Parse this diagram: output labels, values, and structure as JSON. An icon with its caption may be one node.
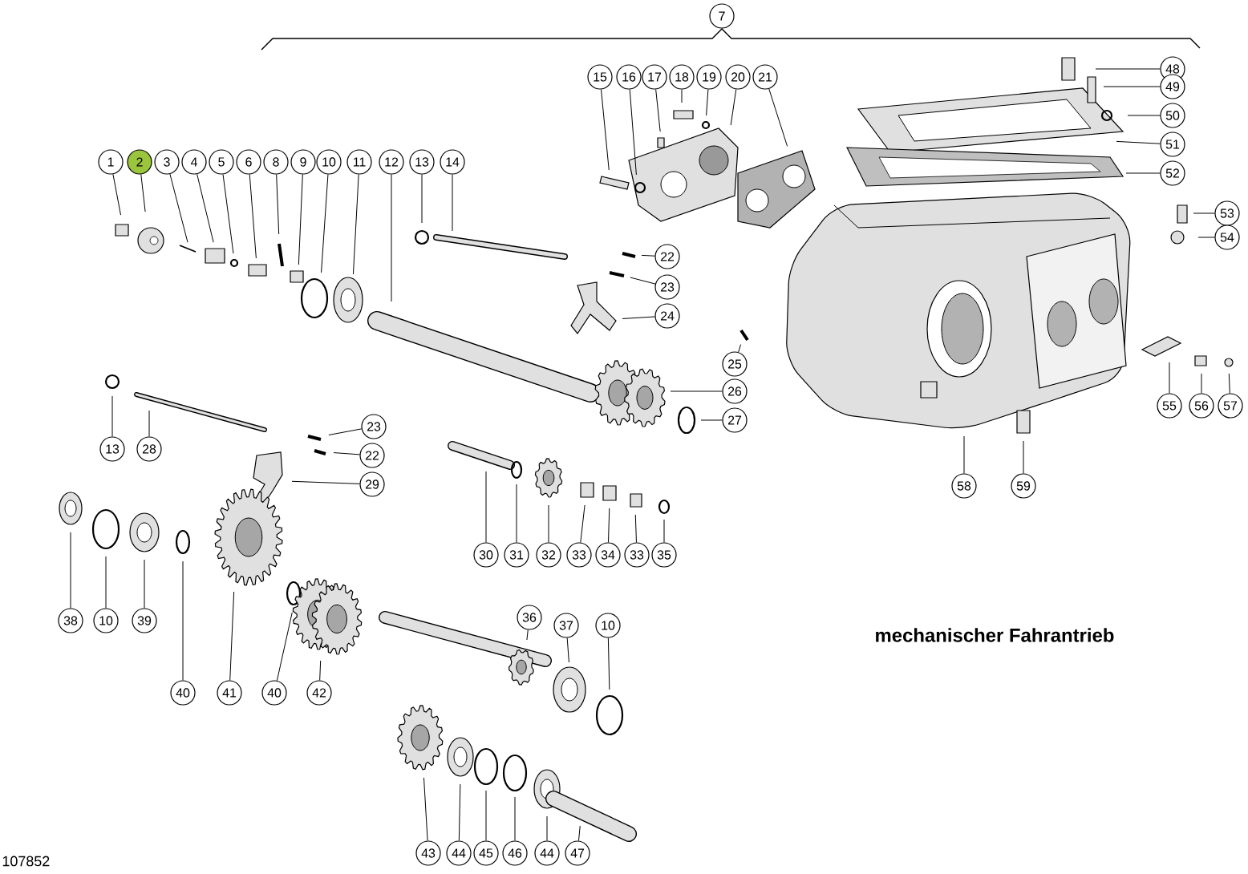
{
  "diagram": {
    "nodes": [
      {
        "text": [
          "7"
        ]
      },
      {
        "text": [
          "15"
        ]
      },
      {
        "text": [
          "16"
        ]
      },
      {
        "text": [
          "17"
        ]
      },
      {
        "text": [
          "18"
        ]
      },
      {
        "text": [
          "19"
        ]
      },
      {
        "text": [
          "20"
        ]
      },
      {
        "text": [
          "21"
        ]
      },
      {
        "text": [
          "48"
        ]
      },
      {
        "text": [
          "49"
        ]
      },
      {
        "text": [
          "50"
        ]
      },
      {
        "text": [
          "51"
        ]
      },
      {
        "text": [
          "52"
        ]
      },
      {
        "text": [
          "1"
        ]
      },
      {
        "text": [
          "2"
        ]
      },
      {
        "text": [
          "3"
        ]
      },
      {
        "text": [
          "4"
        ]
      },
      {
        "text": [
          "5"
        ]
      },
      {
        "text": [
          "6"
        ]
      },
      {
        "text": [
          "8"
        ]
      },
      {
        "text": [
          "9"
        ]
      },
      {
        "text": [
          "10"
        ]
      },
      {
        "text": [
          "11"
        ]
      },
      {
        "text": [
          "12"
        ]
      },
      {
        "text": [
          "13"
        ]
      },
      {
        "text": [
          "14"
        ]
      },
      {
        "text": [
          "53"
        ]
      },
      {
        "text": [
          "54"
        ]
      },
      {
        "text": [
          "22"
        ]
      },
      {
        "text": [
          "23"
        ]
      },
      {
        "text": [
          "24"
        ]
      },
      {
        "text": [
          "25"
        ]
      },
      {
        "text": [
          "26"
        ]
      },
      {
        "text": [
          "27"
        ]
      },
      {
        "text": [
          "55"
        ]
      },
      {
        "text": [
          "56"
        ]
      },
      {
        "text": [
          "57"
        ]
      },
      {
        "text": [
          "13"
        ]
      },
      {
        "text": [
          "28"
        ]
      },
      {
        "text": [
          "23"
        ]
      },
      {
        "text": [
          "22"
        ]
      },
      {
        "text": [
          "29"
        ]
      },
      {
        "text": [
          "58"
        ]
      },
      {
        "text": [
          "59"
        ]
      },
      {
        "text": [
          "30"
        ]
      },
      {
        "text": [
          "31"
        ]
      },
      {
        "text": [
          "32"
        ]
      },
      {
        "text": [
          "33"
        ]
      },
      {
        "text": [
          "34"
        ]
      },
      {
        "text": [
          "33"
        ]
      },
      {
        "text": [
          "35"
        ]
      },
      {
        "text": [
          "36"
        ]
      },
      {
        "text": [
          "37"
        ]
      },
      {
        "text": [
          "10"
        ]
      },
      {
        "text": [
          "38"
        ]
      },
      {
        "text": [
          "10"
        ]
      },
      {
        "text": [
          "39"
        ]
      },
      {
        "text": [
          "40"
        ]
      },
      {
        "text": [
          "41"
        ]
      },
      {
        "text": [
          "40"
        ]
      },
      {
        "text": [
          "42"
        ]
      },
      {
        "text": [
          "43"
        ]
      },
      {
        "text": [
          "44"
        ]
      },
      {
        "text": [
          "45"
        ]
      },
      {
        "text": [
          "46"
        ]
      },
      {
        "text": [
          "44"
        ]
      },
      {
        "text": [
          "47"
        ]
      }
    ],
    "edges": [
      {
        "from": 1,
        "to": null,
        "arrow": "none"
      },
      {
        "from": 2,
        "to": null,
        "arrow": "none"
      },
      {
        "from": 3,
        "to": null,
        "arrow": "none"
      },
      {
        "from": 4,
        "to": null,
        "arrow": "none"
      },
      {
        "from": 5,
        "to": null,
        "arrow": "none"
      },
      {
        "from": 6,
        "to": null,
        "arrow": "none"
      },
      {
        "from": 7,
        "to": null,
        "arrow": "none"
      },
      {
        "from": 8,
        "to": null,
        "arrow": "none"
      },
      {
        "from": 9,
        "to": null,
        "arrow": "none"
      },
      {
        "from": 10,
        "to": null,
        "arrow": "none"
      },
      {
        "from": 11,
        "to": null,
        "arrow": "none"
      },
      {
        "from": 12,
        "to": null,
        "arrow": "none"
      },
      {
        "from": 13,
        "to": null,
        "arrow": "none"
      },
      {
        "from": 14,
        "to": null,
        "arrow": "none"
      },
      {
        "from": 15,
        "to": null,
        "arrow": "none"
      },
      {
        "from": 16,
        "to": null,
        "arrow": "none"
      },
      {
        "from": 17,
        "to": null,
        "arrow": "none"
      },
      {
        "from": 18,
        "to": null,
        "arrow": "none"
      },
      {
        "from": 19,
        "to": null,
        "arrow": "none"
      },
      {
        "from": 20,
        "to": null,
        "arrow": "none"
      },
      {
        "from": 21,
        "to": null,
        "arrow": "none"
      },
      {
        "from": 22,
        "to": null,
        "arrow": "none"
      },
      {
        "from": 23,
        "to": null,
        "arrow": "none"
      },
      {
        "from": 24,
        "to": null,
        "arrow": "none"
      },
      {
        "from": 25,
        "to": null,
        "arrow": "none"
      },
      {
        "from": 26,
        "to": null,
        "arrow": "none"
      },
      {
        "from": 27,
        "to": null,
        "arrow": "none"
      },
      {
        "from": 28,
        "to": null,
        "arrow": "none"
      },
      {
        "from": 29,
        "to": null,
        "arrow": "none"
      },
      {
        "from": 30,
        "to": null,
        "arrow": "none"
      },
      {
        "from": 31,
        "to": null,
        "arrow": "none"
      },
      {
        "from": 32,
        "to": null,
        "arrow": "none"
      },
      {
        "from": 33,
        "to": null,
        "arrow": "none"
      },
      {
        "from": 34,
        "to": null,
        "arrow": "none"
      },
      {
        "from": 35,
        "to": null,
        "arrow": "none"
      },
      {
        "from": 36,
        "to": null,
        "arrow": "none"
      },
      {
        "from": 37,
        "to": null,
        "arrow": "none"
      },
      {
        "from": 38,
        "to": null,
        "arrow": "none"
      },
      {
        "from": 39,
        "to": null,
        "arrow": "none"
      },
      {
        "from": 40,
        "to": null,
        "arrow": "none"
      },
      {
        "from": 41,
        "to": null,
        "arrow": "none"
      },
      {
        "from": 42,
        "to": null,
        "arrow": "none"
      },
      {
        "from": 43,
        "to": null,
        "arrow": "none"
      },
      {
        "from": 44,
        "to": null,
        "arrow": "none"
      },
      {
        "from": 45,
        "to": null,
        "arrow": "none"
      },
      {
        "from": 46,
        "to": null,
        "arrow": "none"
      },
      {
        "from": 47,
        "to": null,
        "arrow": "none"
      },
      {
        "from": 48,
        "to": null,
        "arrow": "none"
      },
      {
        "from": 49,
        "to": null,
        "arrow": "none"
      },
      {
        "from": 50,
        "to": null,
        "arrow": "none"
      },
      {
        "from": 51,
        "to": null,
        "arrow": "none"
      },
      {
        "from": 52,
        "to": null,
        "arrow": "none"
      },
      {
        "from": 53,
        "to": null,
        "arrow": "none"
      },
      {
        "from": 54,
        "to": null,
        "arrow": "none"
      },
      {
        "from": 55,
        "to": null,
        "arrow": "none"
      },
      {
        "from": 56,
        "to": null,
        "arrow": "none"
      },
      {
        "from": 57,
        "to": null,
        "arrow": "none"
      },
      {
        "from": 58,
        "to": null,
        "arrow": "none"
      },
      {
        "from": 59,
        "to": null,
        "arrow": "none"
      },
      {
        "from": 60,
        "to": null,
        "arrow": "none"
      },
      {
        "from": 61,
        "to": null,
        "arrow": "none"
      },
      {
        "from": 62,
        "to": null,
        "arrow": "none"
      },
      {
        "from": 63,
        "to": null,
        "arrow": "none"
      },
      {
        "from": 64,
        "to": null,
        "arrow": "none"
      },
      {
        "from": 65,
        "to": null,
        "arrow": "none"
      },
      {
        "from": 66,
        "to": null,
        "arrow": "none"
      }
    ],
    "labels": [
      "mechanischer Fahrantrieb",
      "107852"
    ]
  }
}
